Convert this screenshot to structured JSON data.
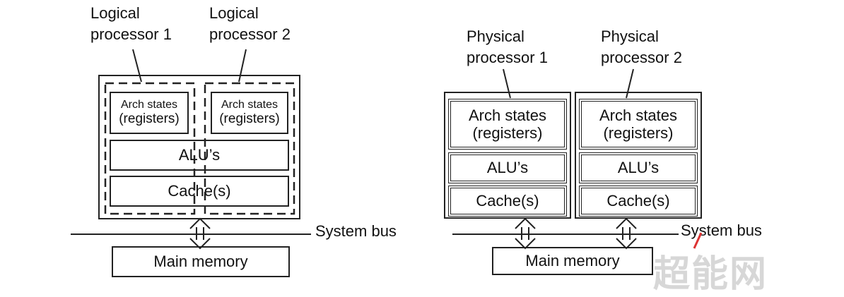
{
  "left": {
    "logical1": [
      "Logical",
      "processor 1"
    ],
    "logical2": [
      "Logical",
      "processor 2"
    ],
    "arch1": [
      "Arch states",
      "(registers)"
    ],
    "arch2": [
      "Arch states",
      "(registers)"
    ],
    "alu": "ALU’s",
    "cache": "Cache(s)",
    "bus": "System bus",
    "memory": "Main memory"
  },
  "right": {
    "phys1": [
      "Physical",
      "processor 1"
    ],
    "phys2": [
      "Physical",
      "processor 2"
    ],
    "arch1": [
      "Arch states",
      "(registers)"
    ],
    "arch2": [
      "Arch states",
      "(registers)"
    ],
    "alu1": "ALU’s",
    "alu2": "ALU’s",
    "cache1": "Cache(s)",
    "cache2": "Cache(s)",
    "bus": "System bus",
    "memory": "Main memory"
  },
  "watermark": "超能网"
}
